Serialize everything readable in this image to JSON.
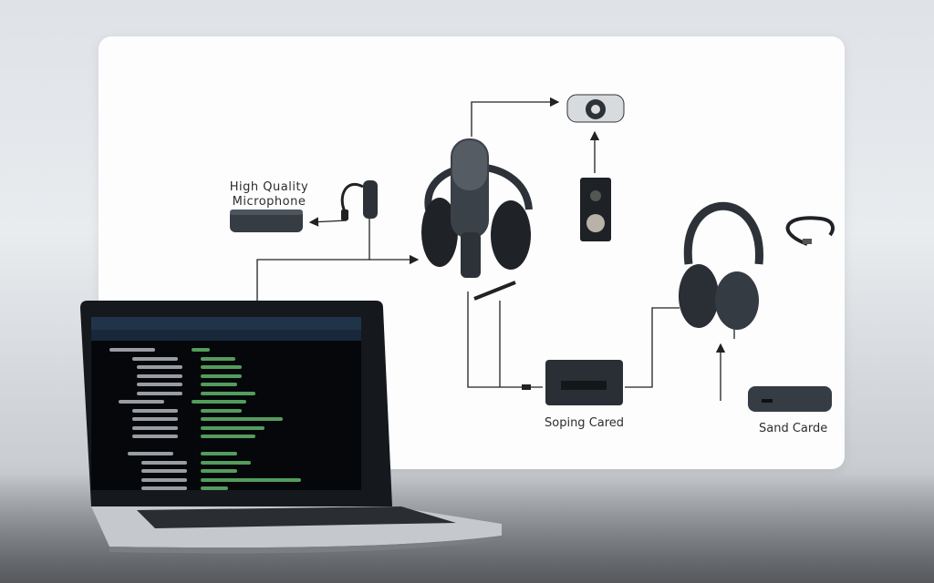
{
  "labels": {
    "microphone": "High Quality Microphone",
    "interface": "Soping Cared",
    "sound_card": "Sand Carde"
  },
  "colors": {
    "panel": "#fdfdfd",
    "device": "#2c3238",
    "screen_bg": "#05070a",
    "code_green": "#6fcf7a",
    "code_white": "#d8dde2"
  }
}
